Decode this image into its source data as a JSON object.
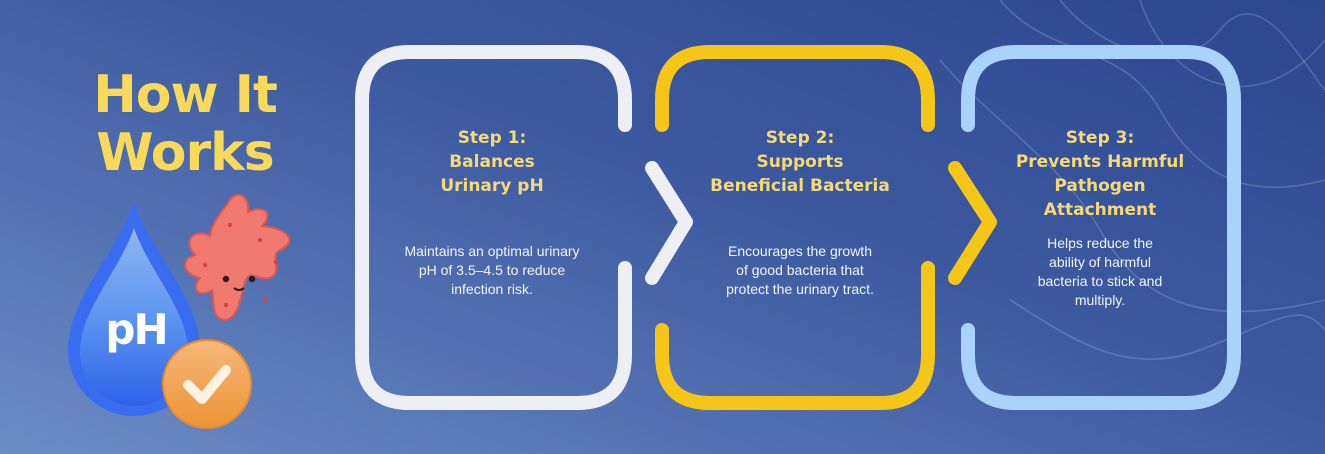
{
  "header": {
    "title_line1": "How It",
    "title_line2": "Works"
  },
  "illustration": {
    "drop_label": "pH"
  },
  "steps": [
    {
      "label": "Step 1:",
      "title_line1": "Balances",
      "title_line2": "Urinary pH",
      "title_line3": "",
      "body": "Maintains an optimal urinary pH of 3.5–4.5 to reduce infection risk.",
      "color": "#eeeff5"
    },
    {
      "label": "Step 2:",
      "title_line1": "Supports",
      "title_line2": "Beneficial Bacteria",
      "title_line3": "",
      "body": "Encourages the growth of good bacteria that protect the urinary tract.",
      "color": "#f5c518"
    },
    {
      "label": "Step 3:",
      "title_line1": "Prevents Harmful",
      "title_line2": "Pathogen",
      "title_line3": "Attachment",
      "body": "Helps reduce the ability of harmful bacteria to stick and multiply.",
      "color": "#a9d3fb"
    }
  ]
}
